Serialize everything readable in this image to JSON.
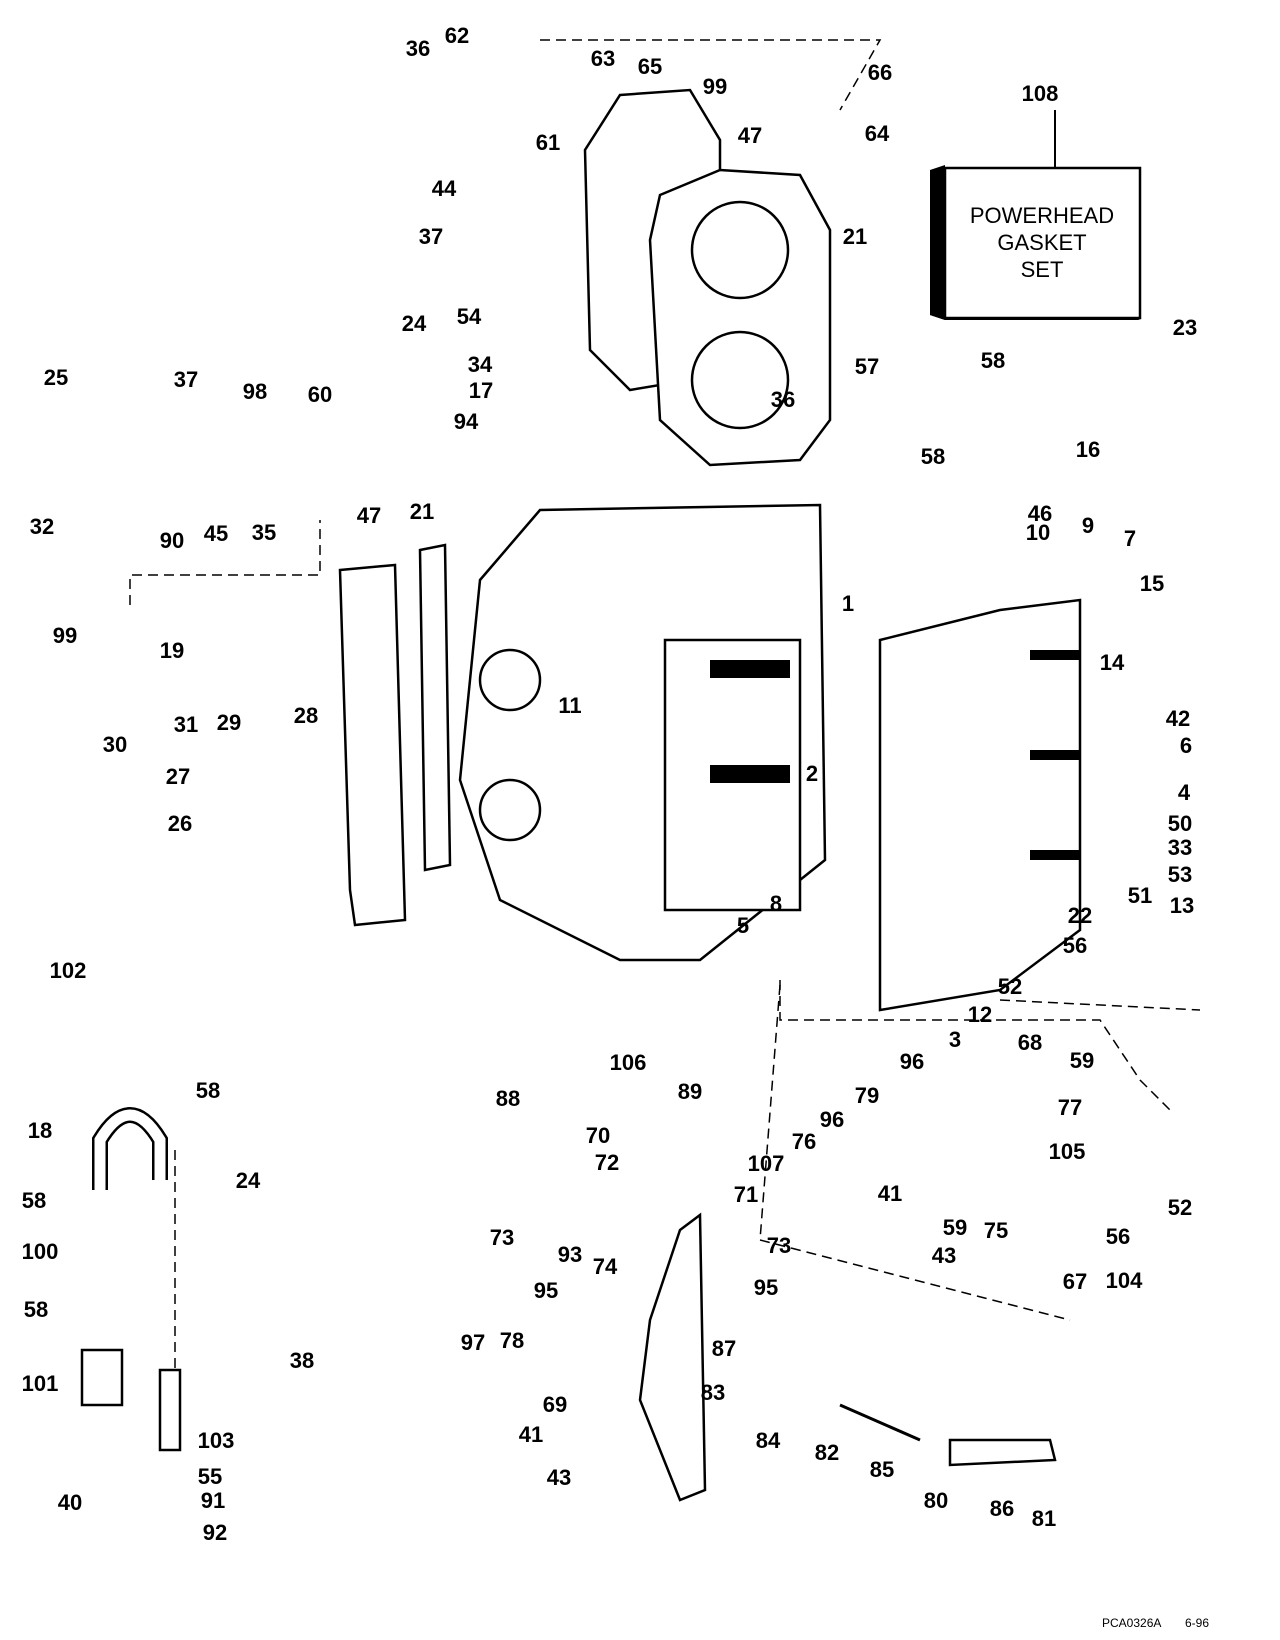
{
  "diagram": {
    "gasket_set_box": {
      "lines": [
        "POWERHEAD",
        "GASKET",
        "SET"
      ]
    },
    "footer": {
      "code": "PCA0326A",
      "date": "6-96"
    },
    "callouts": [
      "62",
      "36",
      "63",
      "65",
      "99",
      "66",
      "61",
      "47",
      "64",
      "108",
      "44",
      "37",
      "21",
      "24",
      "54",
      "23",
      "25",
      "37",
      "98",
      "60",
      "34",
      "17",
      "57",
      "58",
      "36",
      "94",
      "32",
      "16",
      "58",
      "46",
      "90",
      "45",
      "35",
      "47",
      "21",
      "10",
      "9",
      "7",
      "15",
      "99",
      "19",
      "14",
      "1",
      "11",
      "31",
      "29",
      "28",
      "30",
      "42",
      "6",
      "2",
      "27",
      "4",
      "26",
      "50",
      "33",
      "53",
      "51",
      "13",
      "8",
      "5",
      "22",
      "56",
      "52",
      "102",
      "12",
      "3",
      "68",
      "59",
      "106",
      "96",
      "88",
      "89",
      "79",
      "77",
      "58",
      "70",
      "96",
      "76",
      "105",
      "18",
      "72",
      "107",
      "24",
      "41",
      "71",
      "52",
      "58",
      "59",
      "75",
      "56",
      "73",
      "93",
      "74",
      "73",
      "43",
      "100",
      "104",
      "67",
      "95",
      "95",
      "58",
      "97",
      "78",
      "38",
      "101",
      "69",
      "87",
      "83",
      "103",
      "84",
      "82",
      "41",
      "85",
      "55",
      "43",
      "91",
      "40",
      "80",
      "86",
      "81",
      "92"
    ]
  }
}
